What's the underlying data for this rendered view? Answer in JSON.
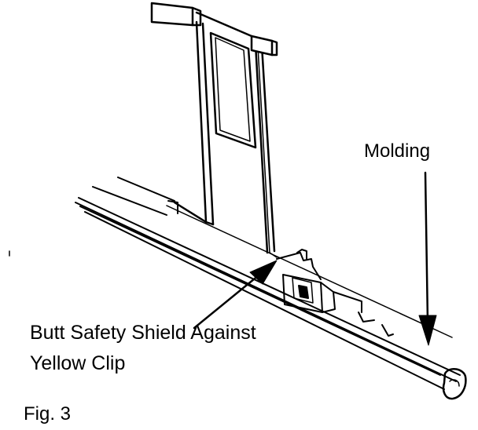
{
  "labels": {
    "molding": "Molding",
    "callout_line1": "Butt Safety Shield Against",
    "callout_line2": "Yellow Clip",
    "figure_caption": "Fig. 3"
  },
  "colors": {
    "ink": "#000000",
    "background": "#ffffff"
  }
}
